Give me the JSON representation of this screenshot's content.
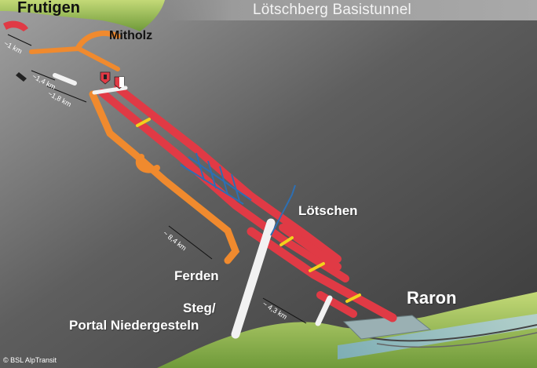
{
  "title": "Lötschberg Basistunnel",
  "places": {
    "frutigen": "Frutigen",
    "mitholz": "Mitholz",
    "lotschen": "Lötschen",
    "ferden": "Ferden",
    "steg_line1": "Steg/",
    "steg_line2": "Portal Niedergesteln",
    "raron": "Raron"
  },
  "distances": {
    "d1": "~1 km",
    "d2": "~1,4 km",
    "d3": "~1,8 km",
    "d4": "~ 8,4 km",
    "d5": "~ 4,3 km"
  },
  "credit": "© BSL AlpTransit",
  "colors": {
    "tube_main": "#e03a45",
    "tube_access": "#f08a2e",
    "tube_shaft": "#f2f2f2",
    "cross_passage": "#f2d21c",
    "ventilation": "#2d6fb3",
    "terrain": "#a6c75a",
    "sky": "#999999"
  },
  "icons": [
    "bern-coat-of-arms-icon",
    "valais-coat-of-arms-icon"
  ]
}
